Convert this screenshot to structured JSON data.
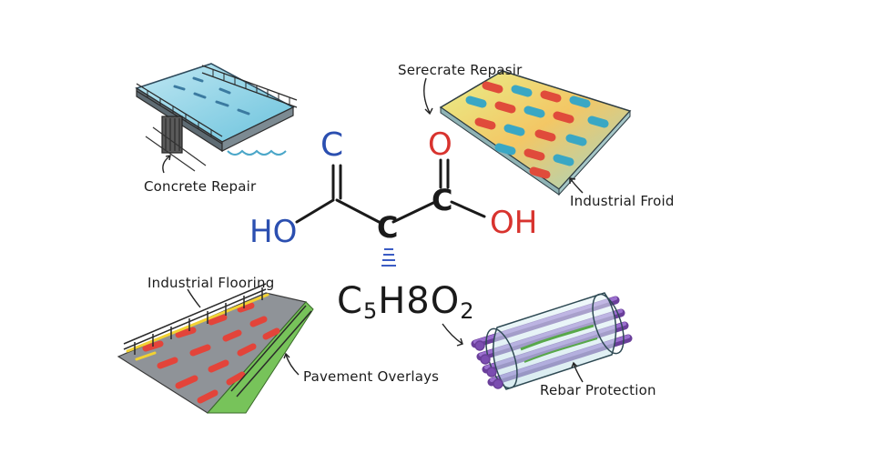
{
  "molecule": {
    "top_left_atom": "C",
    "top_right_atom": "O",
    "left_group": "HO",
    "right_group": "OH",
    "center_atom": "C",
    "right_carbon": "C",
    "formula_prefix": "C",
    "formula_sub1": "5",
    "formula_mid": "H8O",
    "formula_sub2": "2"
  },
  "labels": {
    "concrete_repair": "Concrete Repair",
    "serecrate_repair": "Serecrate Repasir",
    "industrial_froid": "Industrial Froid",
    "industrial_flooring": "Industrial Flooring",
    "pavement_overlays": "Pavement Overlays",
    "rebar_protection": "Rebar Protection"
  },
  "colors": {
    "blue_atoms": "#2b4fb0",
    "red_atoms": "#d8332e",
    "bond": "#1a1a1a"
  }
}
